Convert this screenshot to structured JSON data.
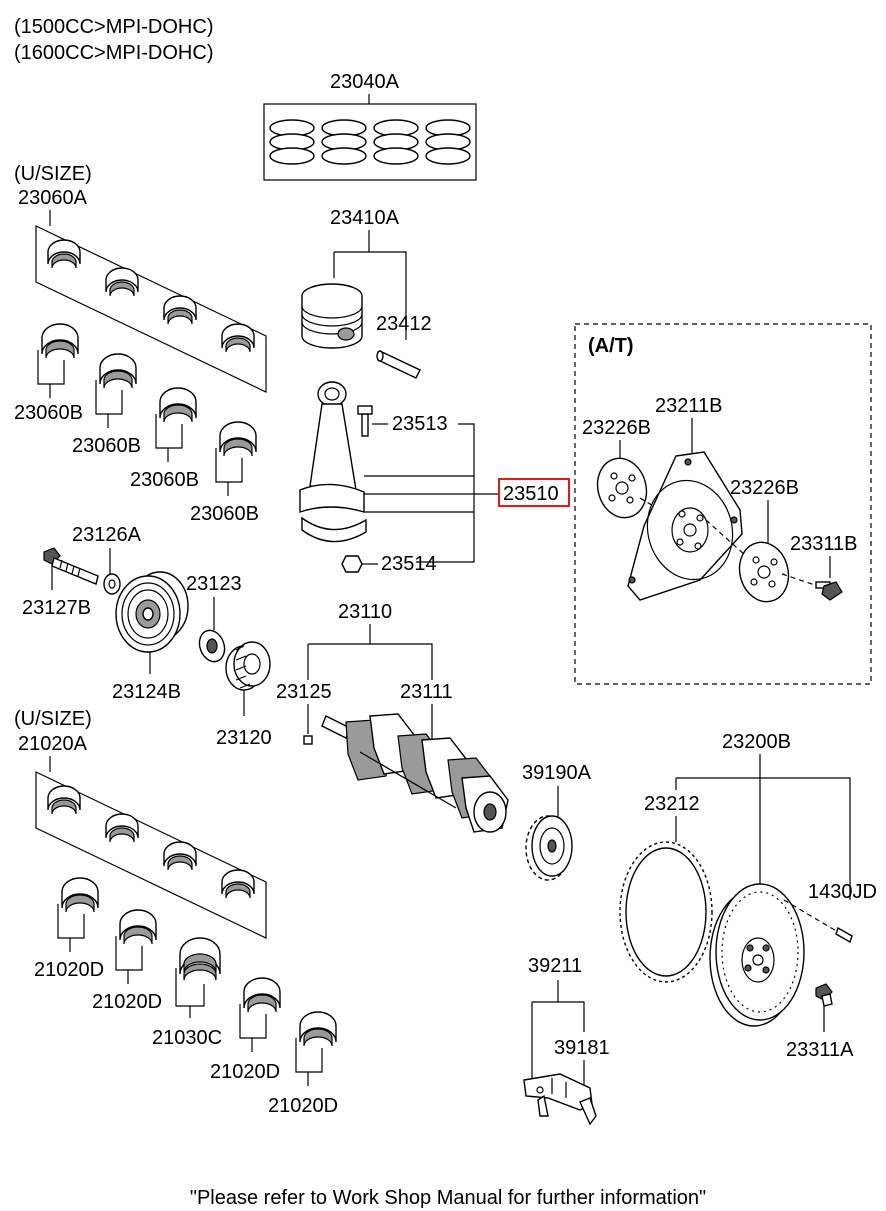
{
  "header": {
    "line1": "(1500CC>MPI-DOHC)",
    "line2": "(1600CC>MPI-DOHC)"
  },
  "labels": {
    "p23040A": "23040A",
    "usize_top": "(U/SIZE)",
    "p23060A": "23060A",
    "p23410A": "23410A",
    "p23412": "23412",
    "p23513": "23513",
    "p23510": "23510",
    "p23514": "23514",
    "p23060B_1": "23060B",
    "p23060B_2": "23060B",
    "p23060B_3": "23060B",
    "p23060B_4": "23060B",
    "at": "(A/T)",
    "p23211B": "23211B",
    "p23226B_1": "23226B",
    "p23226B_2": "23226B",
    "p23311B": "23311B",
    "p23126A": "23126A",
    "p23127B": "23127B",
    "p23123": "23123",
    "p23124B": "23124B",
    "p23120": "23120",
    "p23110": "23110",
    "p23125": "23125",
    "p23111": "23111",
    "usize_bottom": "(U/SIZE)",
    "p21020A": "21020A",
    "p21020D_1": "21020D",
    "p21020D_2": "21020D",
    "p21030C": "21030C",
    "p21020D_3": "21020D",
    "p21020D_4": "21020D",
    "p39190A": "39190A",
    "p23200B": "23200B",
    "p23212": "23212",
    "p1430JD": "1430JD",
    "p23311A": "23311A",
    "p39211": "39211",
    "p39181": "39181"
  },
  "footer": {
    "note": "\"Please refer to Work Shop Manual for further information\""
  },
  "colors": {
    "highlight": "#e01b1b",
    "line": "#000000",
    "part_shade": "#9a9a9a"
  }
}
